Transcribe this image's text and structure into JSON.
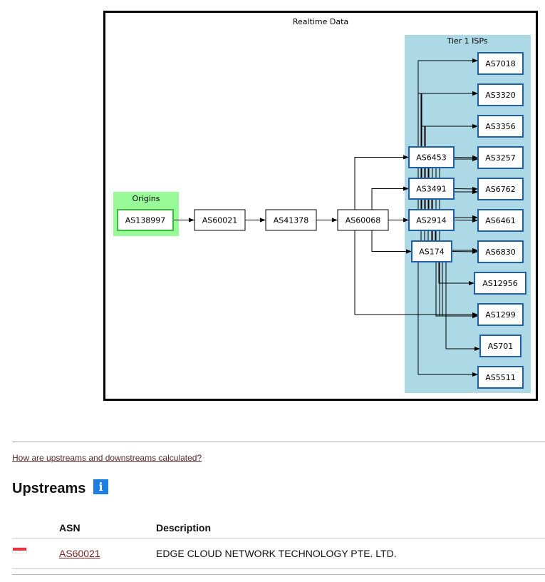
{
  "graph": {
    "title": "Realtime Data",
    "origins_label": "Origins",
    "tier1_label": "Tier 1 ISPs",
    "colors": {
      "origins_bg": "#98fb98",
      "origins_border": "#3cbf3c",
      "tier1_bg": "#add8e6",
      "tier1_border": "#1f5fa6",
      "node_border": "#000000",
      "edge": "#000000"
    },
    "nodes": [
      {
        "id": "AS138997",
        "label": "AS138997",
        "group": "origin"
      },
      {
        "id": "AS60021",
        "label": "AS60021",
        "group": "path"
      },
      {
        "id": "AS41378",
        "label": "AS41378",
        "group": "path"
      },
      {
        "id": "AS60068",
        "label": "AS60068",
        "group": "path"
      },
      {
        "id": "AS6453",
        "label": "AS6453",
        "group": "tier1"
      },
      {
        "id": "AS3491",
        "label": "AS3491",
        "group": "tier1"
      },
      {
        "id": "AS2914",
        "label": "AS2914",
        "group": "tier1"
      },
      {
        "id": "AS174",
        "label": "AS174",
        "group": "tier1"
      },
      {
        "id": "AS7018",
        "label": "AS7018",
        "group": "tier1"
      },
      {
        "id": "AS3320",
        "label": "AS3320",
        "group": "tier1"
      },
      {
        "id": "AS3356",
        "label": "AS3356",
        "group": "tier1"
      },
      {
        "id": "AS3257",
        "label": "AS3257",
        "group": "tier1"
      },
      {
        "id": "AS6762",
        "label": "AS6762",
        "group": "tier1"
      },
      {
        "id": "AS6461",
        "label": "AS6461",
        "group": "tier1"
      },
      {
        "id": "AS6830",
        "label": "AS6830",
        "group": "tier1"
      },
      {
        "id": "AS12956",
        "label": "AS12956",
        "group": "tier1"
      },
      {
        "id": "AS1299",
        "label": "AS1299",
        "group": "tier1"
      },
      {
        "id": "AS701",
        "label": "AS701",
        "group": "tier1"
      },
      {
        "id": "AS5511",
        "label": "AS5511",
        "group": "tier1"
      }
    ],
    "edges": [
      [
        "AS138997",
        "AS60021"
      ],
      [
        "AS60021",
        "AS41378"
      ],
      [
        "AS41378",
        "AS60068"
      ],
      [
        "AS60068",
        "AS6453"
      ],
      [
        "AS60068",
        "AS3491"
      ],
      [
        "AS60068",
        "AS2914"
      ],
      [
        "AS60068",
        "AS174"
      ],
      [
        "AS60068",
        "AS1299"
      ],
      [
        "AS6453",
        "AS7018"
      ],
      [
        "AS6453",
        "AS3320"
      ],
      [
        "AS6453",
        "AS3356"
      ],
      [
        "AS6453",
        "AS3257"
      ],
      [
        "AS6453",
        "AS6762"
      ],
      [
        "AS6453",
        "AS6461"
      ],
      [
        "AS6453",
        "AS6830"
      ],
      [
        "AS6453",
        "AS1299"
      ],
      [
        "AS3491",
        "AS3320"
      ],
      [
        "AS3491",
        "AS3356"
      ],
      [
        "AS3491",
        "AS3257"
      ],
      [
        "AS3491",
        "AS6762"
      ],
      [
        "AS3491",
        "AS6461"
      ],
      [
        "AS3491",
        "AS6830"
      ],
      [
        "AS3491",
        "AS1299"
      ],
      [
        "AS2914",
        "AS3320"
      ],
      [
        "AS2914",
        "AS3356"
      ],
      [
        "AS2914",
        "AS3257"
      ],
      [
        "AS2914",
        "AS6762"
      ],
      [
        "AS2914",
        "AS6461"
      ],
      [
        "AS2914",
        "AS6830"
      ],
      [
        "AS2914",
        "AS1299"
      ],
      [
        "AS174",
        "AS3320"
      ],
      [
        "AS174",
        "AS3356"
      ],
      [
        "AS174",
        "AS3257"
      ],
      [
        "AS174",
        "AS6762"
      ],
      [
        "AS174",
        "AS6461"
      ],
      [
        "AS174",
        "AS6830"
      ],
      [
        "AS174",
        "AS12956"
      ],
      [
        "AS174",
        "AS1299"
      ],
      [
        "AS174",
        "AS701"
      ],
      [
        "AS174",
        "AS5511"
      ]
    ]
  },
  "help_link": "How are upstreams and downstreams calculated?",
  "upstreams": {
    "heading": "Upstreams",
    "info_icon_glyph": "i",
    "columns": {
      "flag": "",
      "asn": "ASN",
      "description": "Description"
    },
    "rows": [
      {
        "flag_icon": "singapore-flag-icon",
        "asn": "AS60021",
        "description": "EDGE CLOUD NETWORK TECHNOLOGY PTE. LTD."
      }
    ]
  }
}
